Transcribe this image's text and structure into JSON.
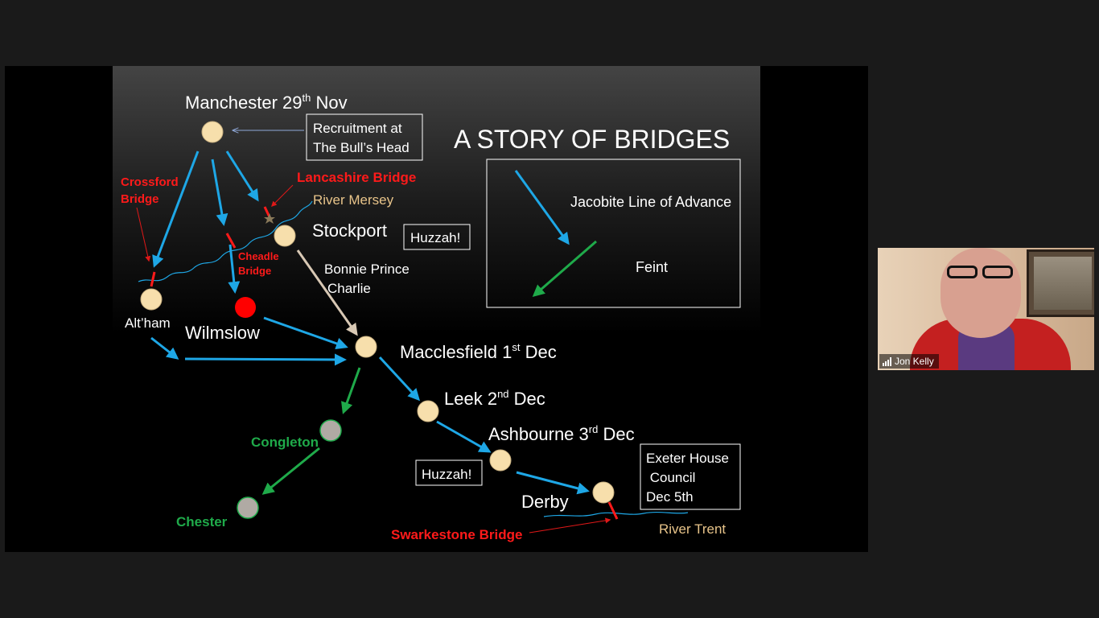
{
  "slide": {
    "title": "A STORY OF BRIDGES",
    "places": {
      "manchester": "Manchester 29",
      "manchester_sup": "th",
      "manchester_suffix": " Nov",
      "stockport": "Stockport",
      "altham": "Alt’ham",
      "wilmslow": "Wilmslow",
      "macclesfield": "Macclesfield 1",
      "macclesfield_sup": "st",
      "macclesfield_suffix": "  Dec",
      "leek": "Leek 2",
      "leek_sup": "nd",
      "leek_suffix": " Dec",
      "ashbourne": "Ashbourne 3",
      "ashbourne_sup": "rd",
      "ashbourne_suffix": " Dec",
      "derby": "Derby",
      "congleton": "Congleton",
      "chester": "Chester"
    },
    "bridges": {
      "crossford_1": "Crossford",
      "crossford_2": "Bridge",
      "lancashire": "Lancashire Bridge",
      "cheadle_1": "Cheadle",
      "cheadle_2": "Bridge",
      "swarkestone": "Swarkestone Bridge"
    },
    "rivers": {
      "mersey": "River Mersey",
      "trent": "River Trent"
    },
    "notes": {
      "recruitment_1": "Recruitment at",
      "recruitment_2": "The Bull’s Head",
      "huzzah_stockport": "Huzzah!",
      "huzzah_ashbourne": "Huzzah!",
      "bonnie_1": "Bonnie Prince",
      "bonnie_2": "Charlie",
      "exeter_1": "Exeter House",
      "exeter_2": " Council",
      "exeter_3": "Dec 5th"
    },
    "legend": {
      "advance": "Jacobite Line of Advance",
      "feint": "Feint"
    },
    "colors": {
      "advance": "#1ea7e6",
      "feint": "#1faa4a",
      "bridge": "#ff1a1a",
      "river_label": "#e8c48a",
      "town": "#f7dfac",
      "feint_town": "#b0aaa4"
    }
  },
  "participant": {
    "name": "Jon Kelly",
    "icon": "signal-bars-icon"
  }
}
